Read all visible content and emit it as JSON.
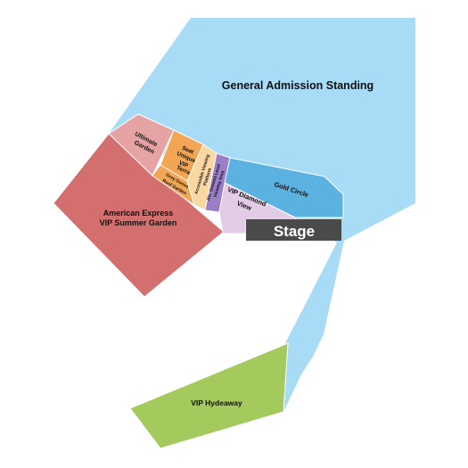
{
  "sections": {
    "general_admission": {
      "label": "General Admission Standing",
      "color": "#a8dcf6"
    },
    "ultimate_garden": {
      "label_lines": [
        "Ultimate",
        "Garden"
      ],
      "color": "#e6a3a3"
    },
    "seat_unique": {
      "label_lines": [
        "Seat",
        "Unique",
        "VIP",
        "Terrace"
      ],
      "color": "#f2a654"
    },
    "grey_goose": {
      "label_lines": [
        "Grey Goose",
        "Roof Garden"
      ],
      "color": "#f2a654"
    },
    "accessible_viewing": {
      "label_lines": [
        "Accessible Viewing",
        "Platform"
      ],
      "color": "#fbd7a2"
    },
    "alcove": {
      "label_lines": [
        "Alc. Ground Level",
        "Viewing Area"
      ],
      "color": "#9a7ec8"
    },
    "gold_circle": {
      "label": "Gold Circle",
      "color": "#5bb2e0"
    },
    "vip_diamond": {
      "label_lines": [
        "VIP Diamond",
        "View"
      ],
      "color": "#e3cde6"
    },
    "amex_garden": {
      "label_lines": [
        "American Express",
        "VIP Summer Garden"
      ],
      "color": "#d46f6f"
    },
    "vip_hydeaway": {
      "label": "VIP Hydeaway",
      "color": "#a4c95d"
    }
  },
  "stage": {
    "label": "Stage",
    "color": "#4a4a4a"
  }
}
